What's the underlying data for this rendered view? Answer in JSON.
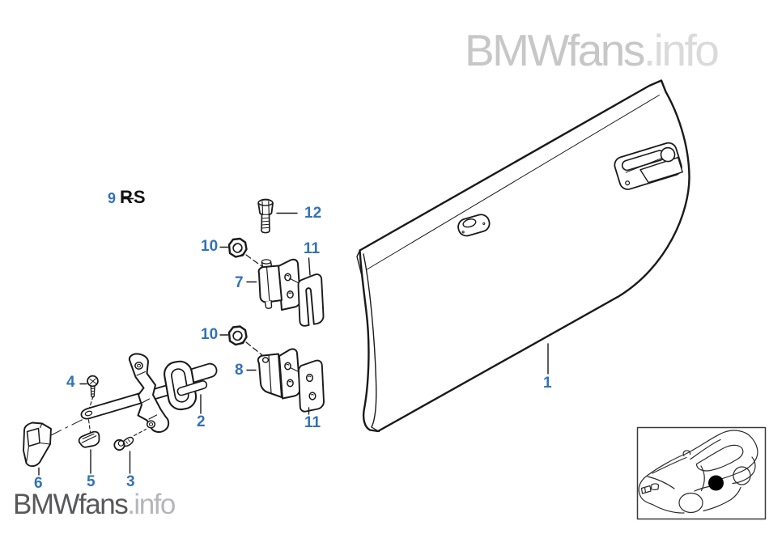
{
  "watermarks": {
    "top_main": "BMWfans",
    "top_suffix": ".info",
    "bottom_main": "BMWfans",
    "bottom_suffix": ".info"
  },
  "rs_note": {
    "number": "9",
    "dash": "—",
    "code": "RS"
  },
  "part_labels": {
    "door": "1",
    "check_strap": "2",
    "bolt_small": "3",
    "screw": "4",
    "clip": "5",
    "cover": "6",
    "hinge_upper": "7",
    "hinge_lower": "8",
    "nut_upper": "10",
    "nut_lower": "10",
    "plate_upper": "11",
    "plate_lower": "11",
    "hinge_bolt": "12"
  },
  "colors": {
    "label_blue": "#3273b5",
    "line": "#1a1a1a",
    "watermark_top": "#c7c7c7",
    "watermark_top_suffix": "#dadada",
    "watermark_bottom": "#57585a",
    "watermark_bottom_suffix": "#b4b6b9",
    "marker_dot": "#000000"
  }
}
